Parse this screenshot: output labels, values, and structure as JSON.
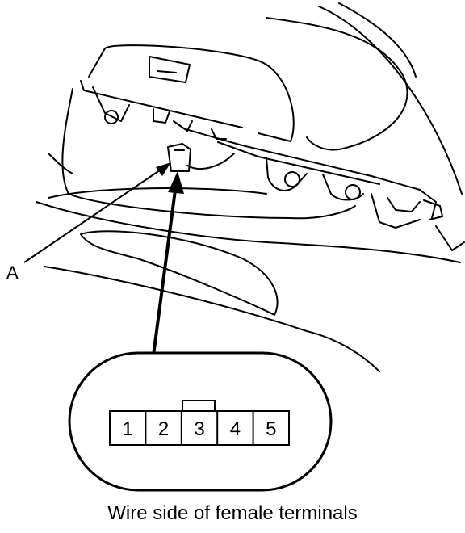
{
  "callouts": {
    "a": "A"
  },
  "connector": {
    "terminals": [
      "1",
      "2",
      "3",
      "4",
      "5"
    ]
  },
  "caption": "Wire side of female terminals",
  "colors": {
    "line": "#000000",
    "background": "#ffffff"
  }
}
